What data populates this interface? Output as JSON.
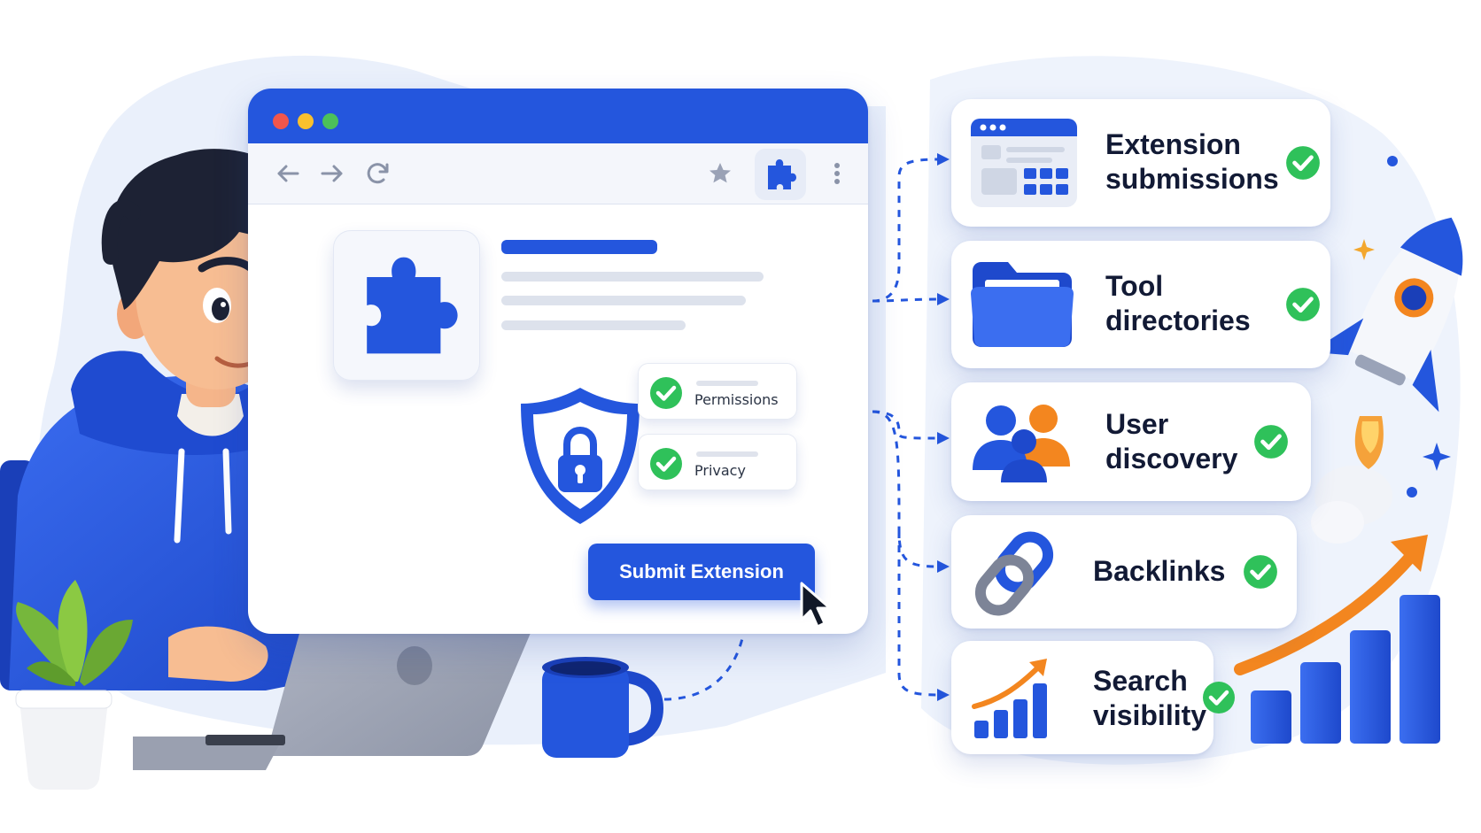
{
  "browser": {
    "window_dots": [
      "#f2564b",
      "#f9c02d",
      "#4cc15a"
    ],
    "accent_color": "#2456dd",
    "toolbar_icons": [
      "back-arrow-icon",
      "forward-arrow-icon",
      "reload-icon",
      "star-icon",
      "puzzle-icon",
      "kebab-menu-icon"
    ],
    "checklist": [
      {
        "label": "Permissions",
        "icon": "check-icon"
      },
      {
        "label": "Privacy",
        "icon": "check-icon"
      }
    ],
    "submit_label": "Submit Extension"
  },
  "features": [
    {
      "label_lines": [
        "Extension",
        "submissions"
      ],
      "icon": "browser-grid-icon"
    },
    {
      "label_lines": [
        "Tool",
        "directories"
      ],
      "icon": "folder-icon"
    },
    {
      "label_lines": [
        "User",
        "discovery"
      ],
      "icon": "users-icon"
    },
    {
      "label_lines": [
        "Backlinks"
      ],
      "icon": "chain-link-icon"
    },
    {
      "label_lines": [
        "Search",
        "visibility"
      ],
      "icon": "growth-chart-icon"
    }
  ],
  "colors": {
    "check_green": "#2fc15a",
    "orange": "#f3861f",
    "hoodie_blue": "#2456dd",
    "soft_bg": "#e6eefb"
  }
}
